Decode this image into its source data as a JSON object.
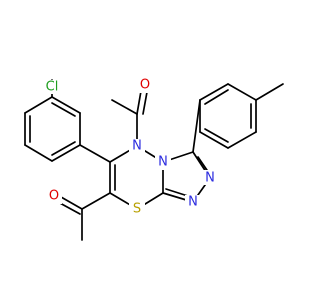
{
  "structure": {
    "kind": "2d-chemical-structure",
    "atom_labels": {
      "chlorine": "Cl",
      "nitrogen_ring_bridge": "N",
      "nitrogen_triazole_1": "N",
      "nitrogen_triazole_2": "N",
      "nitrogen_triazole_3": "N",
      "sulfur": "S",
      "oxygen_acetyl_top": "O",
      "oxygen_acetyl_left": "O"
    },
    "colors": {
      "bond": "#000000",
      "chlorine": "#1f9e1f",
      "nitrogen": "#2b2bdf",
      "sulfur": "#b8a000",
      "oxygen": "#e00000"
    }
  }
}
